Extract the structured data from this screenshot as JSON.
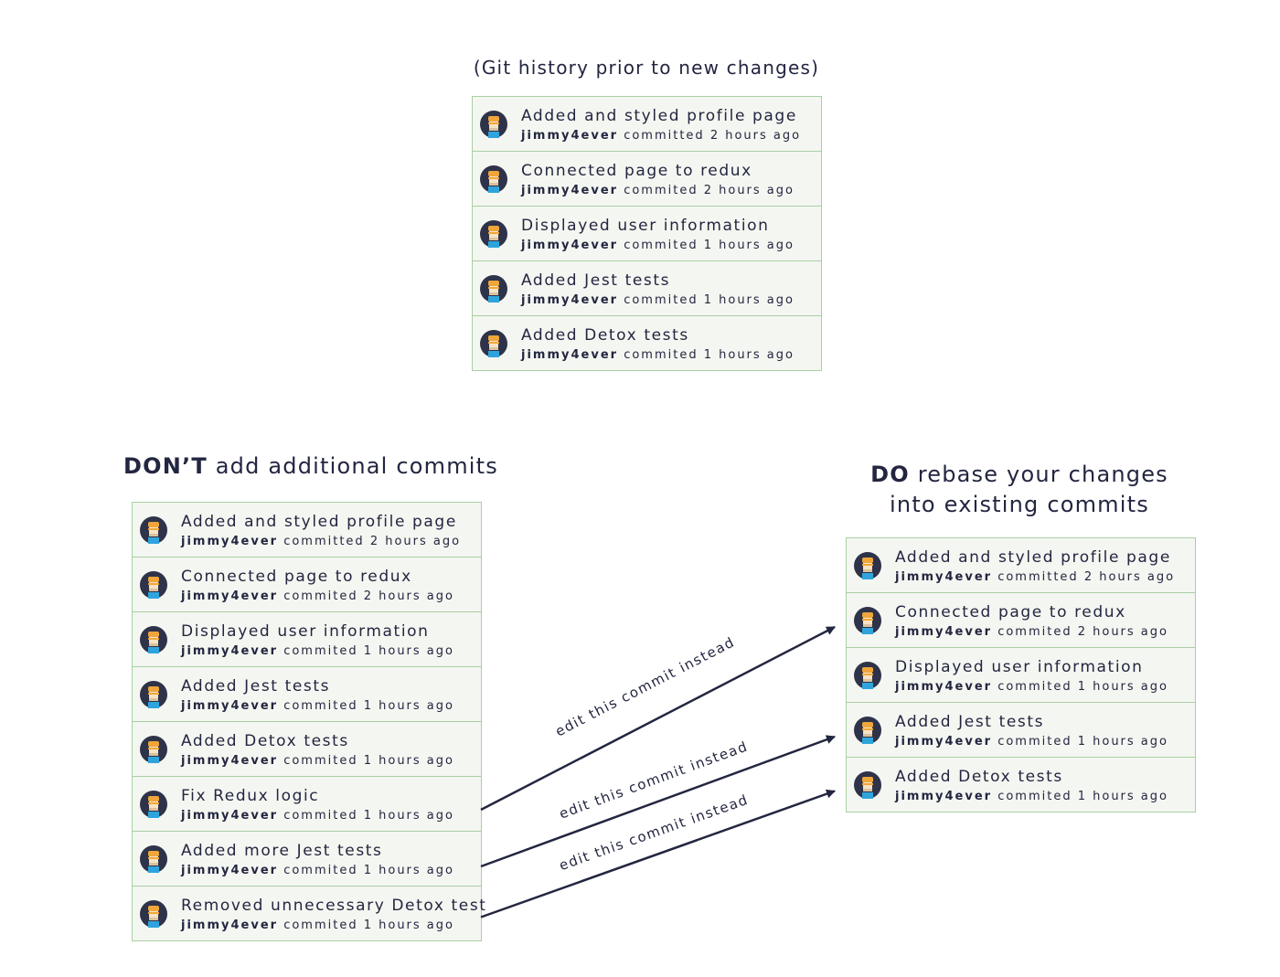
{
  "top": {
    "caption": "(Git history prior to new changes)",
    "commits": [
      {
        "message": "Added and styled profile page",
        "author": "jimmy4ever",
        "action": "committed",
        "time": "2 hours ago"
      },
      {
        "message": "Connected page to redux",
        "author": "jimmy4ever",
        "action": "commited",
        "time": "2 hours ago"
      },
      {
        "message": "Displayed user information",
        "author": "jimmy4ever",
        "action": "commited",
        "time": "1 hours ago"
      },
      {
        "message": "Added Jest tests",
        "author": "jimmy4ever",
        "action": "commited",
        "time": "1 hours ago"
      },
      {
        "message": "Added Detox tests",
        "author": "jimmy4ever",
        "action": "commited",
        "time": "1 hours ago"
      }
    ]
  },
  "dont": {
    "caption_bold": "DON’T",
    "caption_rest": "add additional commits",
    "commits": [
      {
        "message": "Added and styled profile page",
        "author": "jimmy4ever",
        "action": "committed",
        "time": "2 hours ago"
      },
      {
        "message": "Connected page to redux",
        "author": "jimmy4ever",
        "action": "commited",
        "time": "2 hours ago"
      },
      {
        "message": "Displayed user information",
        "author": "jimmy4ever",
        "action": "commited",
        "time": "1 hours ago"
      },
      {
        "message": "Added Jest tests",
        "author": "jimmy4ever",
        "action": "commited",
        "time": "1 hours ago"
      },
      {
        "message": "Added Detox tests",
        "author": "jimmy4ever",
        "action": "commited",
        "time": "1 hours ago"
      },
      {
        "message": "Fix Redux logic",
        "author": "jimmy4ever",
        "action": "commited",
        "time": "1 hours ago"
      },
      {
        "message": "Added more Jest tests",
        "author": "jimmy4ever",
        "action": "commited",
        "time": "1 hours ago"
      },
      {
        "message": "Removed unnecessary Detox test",
        "author": "jimmy4ever",
        "action": "commited",
        "time": "1 hours ago"
      }
    ]
  },
  "do": {
    "caption_bold": "DO",
    "caption_rest_line1": "rebase your changes",
    "caption_line2": "into existing commits",
    "commits": [
      {
        "message": "Added and styled profile page",
        "author": "jimmy4ever",
        "action": "committed",
        "time": "2 hours ago"
      },
      {
        "message": "Connected page to redux",
        "author": "jimmy4ever",
        "action": "commited",
        "time": "2 hours ago"
      },
      {
        "message": "Displayed user information",
        "author": "jimmy4ever",
        "action": "commited",
        "time": "1 hours ago"
      },
      {
        "message": "Added Jest tests",
        "author": "jimmy4ever",
        "action": "commited",
        "time": "1 hours ago"
      },
      {
        "message": "Added Detox tests",
        "author": "jimmy4ever",
        "action": "commited",
        "time": "1 hours ago"
      }
    ]
  },
  "arrows": [
    {
      "label": "edit this commit instead",
      "from_commit": 5,
      "to_commit": 1
    },
    {
      "label": "edit this commit instead",
      "from_commit": 6,
      "to_commit": 3
    },
    {
      "label": "edit this commit instead",
      "from_commit": 7,
      "to_commit": 4
    }
  ],
  "colors": {
    "text": "#232640",
    "row_background": "#f4f6f1",
    "row_border": "#a9cfa4",
    "avatar_face": "#2e3349",
    "avatar_hair": "#f0a63a",
    "avatar_shirt": "#2fa4dc"
  },
  "icons": {
    "avatar": "user-avatar-icon"
  }
}
